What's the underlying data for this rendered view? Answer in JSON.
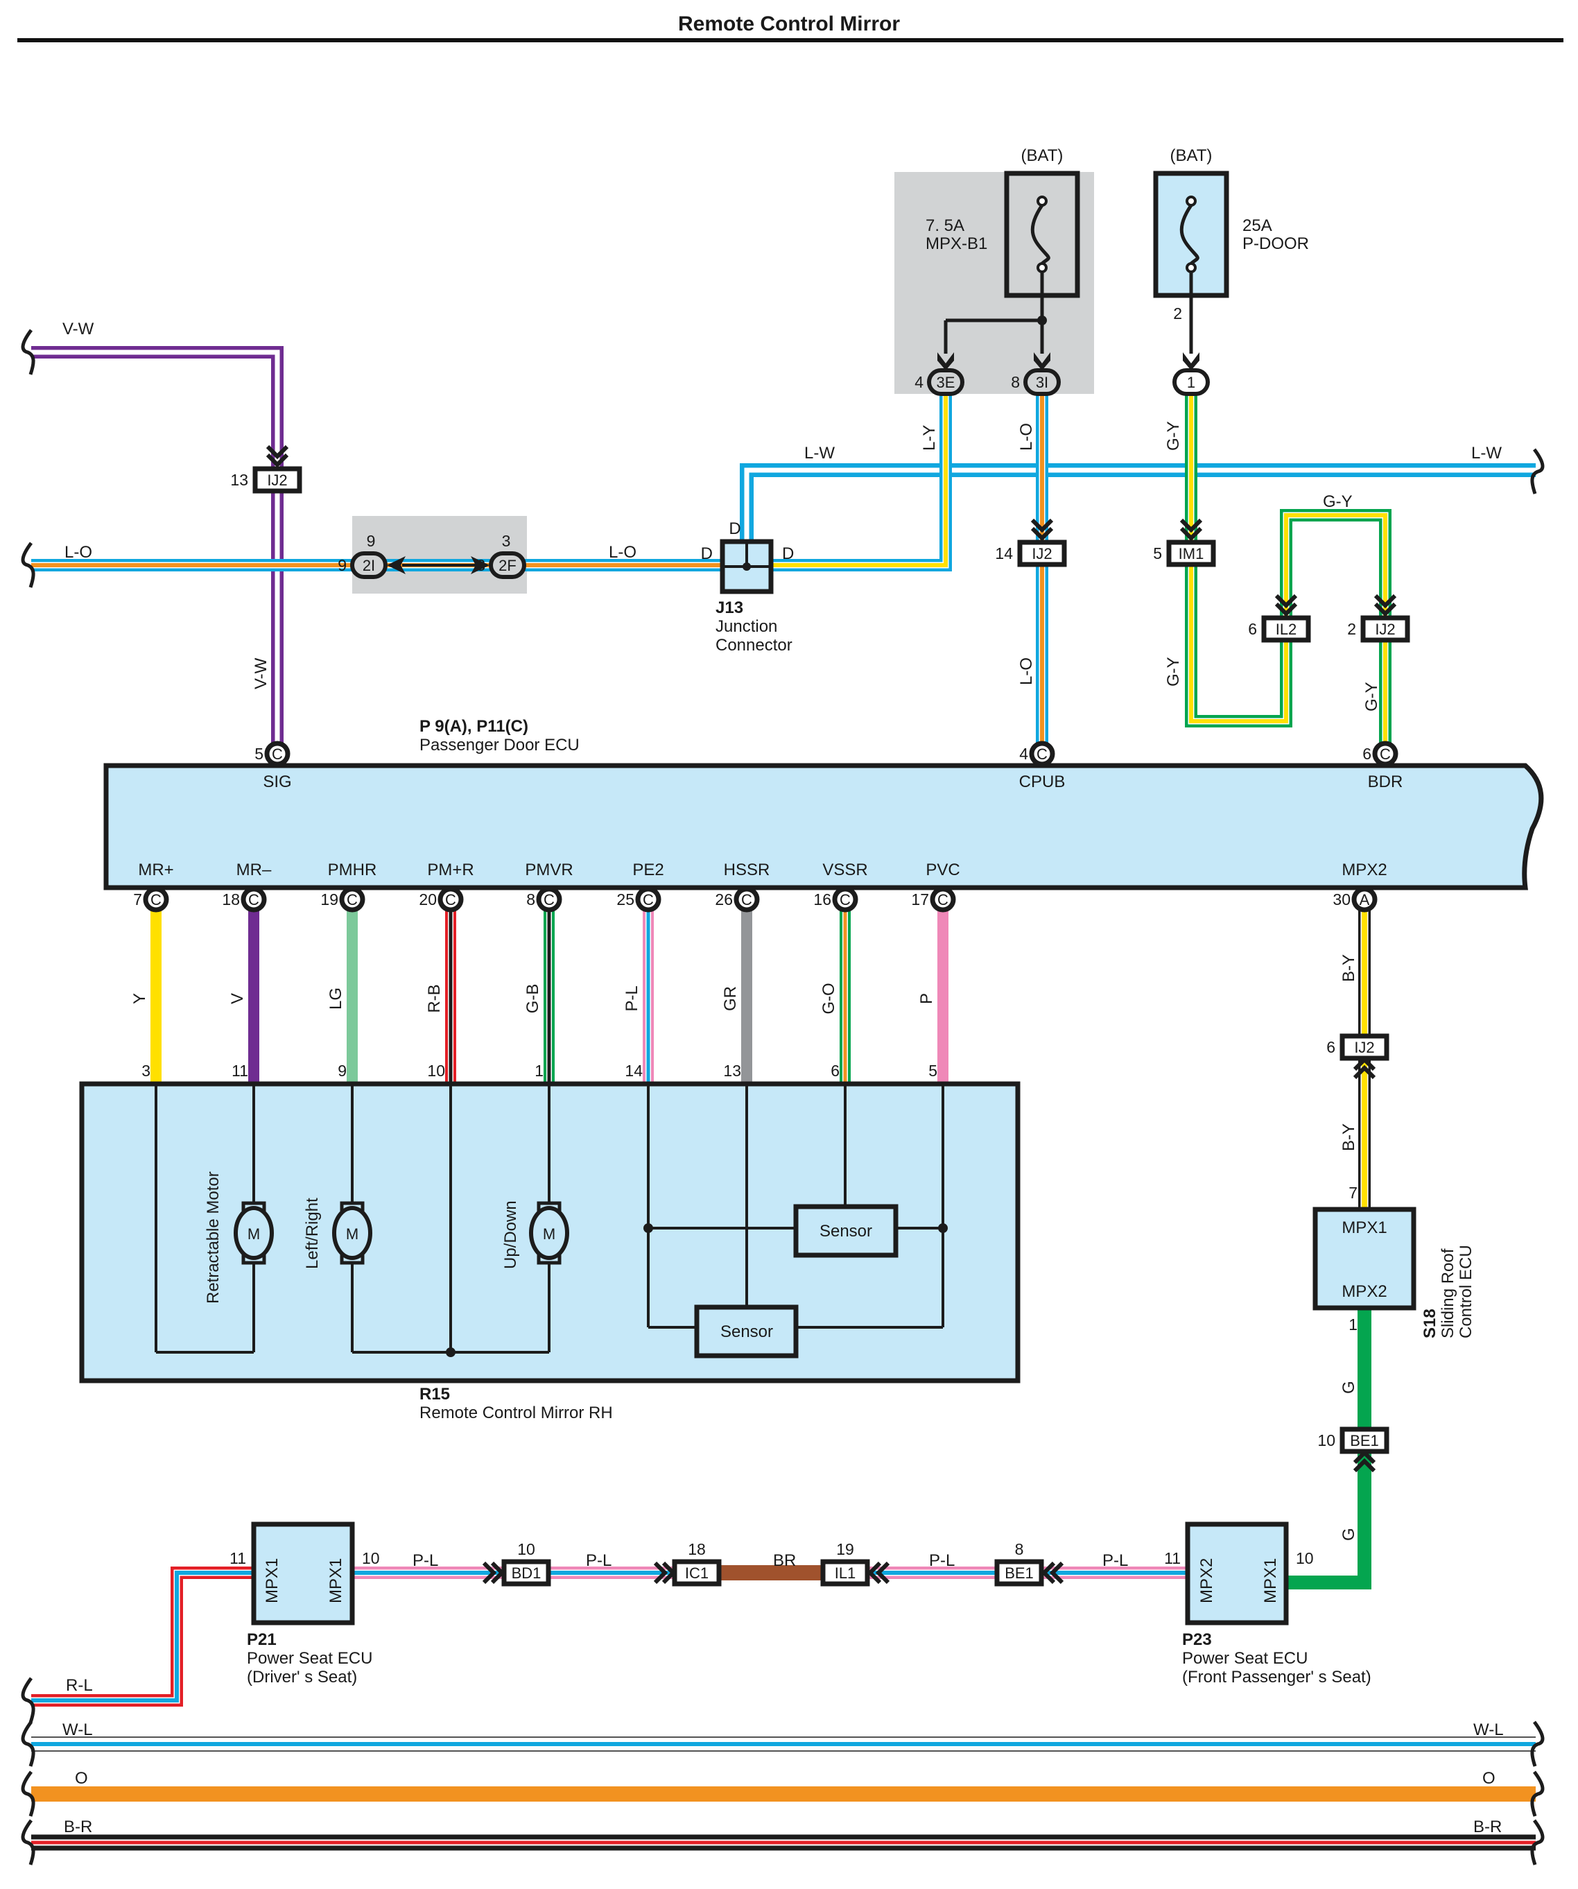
{
  "title": "Remote Control Mirror",
  "colors": {
    "box_fill": "#c6e8f8",
    "outline": "#1c1c1c",
    "shade": "#d1d3d4",
    "wire": {
      "V": "#6f2c91",
      "W": "#ffffff",
      "L": "#10a7df",
      "O": "#f29220",
      "Y": "#ffe000",
      "G": "#04a54f",
      "LG": "#7cc99a",
      "R": "#e31f26",
      "B": "#1c1c1c",
      "P": "#ef88b8",
      "GR": "#939598",
      "BR": "#a0522d"
    }
  },
  "fuses": [
    {
      "source": "(BAT)",
      "rating": "7. 5A",
      "name": "MPX-B1"
    },
    {
      "source": "(BAT)",
      "rating": "25A",
      "name": "P-DOOR",
      "pin": "2"
    }
  ],
  "wires_top": {
    "v_w": "V-W",
    "l_o": "L-O",
    "l_w": "L-W",
    "l_y": "L-Y",
    "g_y": "G-Y"
  },
  "connectors": {
    "c3E": {
      "code": "3E",
      "pin": "4"
    },
    "c3I": {
      "code": "3I",
      "pin": "8"
    },
    "c1": {
      "code": "1"
    },
    "ij2_13": {
      "code": "IJ2",
      "pin": "13"
    },
    "c2I": {
      "code": "2I",
      "pin": "9"
    },
    "c2F": {
      "code": "2F",
      "pin": "3"
    },
    "ij2_14": {
      "code": "IJ2",
      "pin": "14"
    },
    "im1": {
      "code": "IM1",
      "pin": "5"
    },
    "il2": {
      "code": "IL2",
      "pin": "6"
    },
    "ij2_2": {
      "code": "IJ2",
      "pin": "2"
    },
    "ij2_6": {
      "code": "IJ2",
      "pin": "6"
    },
    "be1_10": {
      "code": "BE1",
      "pin": "10"
    },
    "bd1": {
      "code": "BD1",
      "pin": "10"
    },
    "ic1": {
      "code": "IC1",
      "pin": "18"
    },
    "il1": {
      "code": "IL1",
      "pin": "19"
    },
    "be1_8": {
      "code": "BE1",
      "pin": "8"
    }
  },
  "j13": {
    "id": "J13",
    "name1": "Junction",
    "name2": "Connector",
    "pin": "D"
  },
  "door_ecu": {
    "id": "P 9(A), P11(C)",
    "name": "Passenger Door ECU",
    "top_terminals": [
      {
        "label": "SIG",
        "pin": "5",
        "conn": "C",
        "wire": "V-W"
      },
      {
        "label": "CPUB",
        "pin": "4",
        "conn": "C",
        "wire": "L-O"
      },
      {
        "label": "BDR",
        "pin": "6",
        "conn": "C",
        "wire": "G-Y"
      }
    ],
    "bottom_terminals": [
      {
        "label": "MR+",
        "pin": "7",
        "conn": "C",
        "wire": "Y",
        "mirror_pin": "3"
      },
      {
        "label": "MR–",
        "pin": "18",
        "conn": "C",
        "wire": "V",
        "mirror_pin": "11"
      },
      {
        "label": "PMHR",
        "pin": "19",
        "conn": "C",
        "wire": "LG",
        "mirror_pin": "9"
      },
      {
        "label": "PM+R",
        "pin": "20",
        "conn": "C",
        "wire": "R-B",
        "mirror_pin": "10"
      },
      {
        "label": "PMVR",
        "pin": "8",
        "conn": "C",
        "wire": "G-B",
        "mirror_pin": "1"
      },
      {
        "label": "PE2",
        "pin": "25",
        "conn": "C",
        "wire": "P-L",
        "mirror_pin": "14"
      },
      {
        "label": "HSSR",
        "pin": "26",
        "conn": "C",
        "wire": "GR",
        "mirror_pin": "13"
      },
      {
        "label": "VSSR",
        "pin": "16",
        "conn": "C",
        "wire": "G-O",
        "mirror_pin": "6"
      },
      {
        "label": "PVC",
        "pin": "17",
        "conn": "C",
        "wire": "P",
        "mirror_pin": "5"
      }
    ],
    "mpx": {
      "label": "MPX2",
      "pin": "30",
      "conn": "A"
    }
  },
  "mirror": {
    "id": "R15",
    "name": "Remote Control Mirror RH",
    "motors": [
      "Retractable Motor",
      "Left/Right",
      "Up/Down"
    ],
    "motor_symbol": "M",
    "sensors": [
      "Sensor",
      "Sensor"
    ]
  },
  "sliding_roof": {
    "id": "S18",
    "name1": "Sliding Roof",
    "name2": "Control ECU",
    "term_top": "MPX1",
    "term_bottom": "MPX2",
    "pin_top": "7",
    "pin_bottom": "1",
    "wire_top": "B-Y",
    "wire_bottom": "G"
  },
  "seat_driver": {
    "id": "P21",
    "name": "Power Seat ECU",
    "sub": "(Driver'  s Seat)",
    "left_term": "MPX1",
    "right_term": "MPX1",
    "left_pin": "11",
    "right_pin": "10"
  },
  "seat_passenger": {
    "id": "P23",
    "name": "Power Seat ECU",
    "sub": "(Front Passenger'  s Seat)",
    "left_term": "MPX2",
    "right_term": "MPX1",
    "left_pin": "11",
    "right_pin": "10"
  },
  "bottom_wires": {
    "r_l": "R-L",
    "p_l": "P-L",
    "br": "BR",
    "g": "G",
    "b_y": "B-Y",
    "w_l": "W-L",
    "o": "O",
    "b_r": "B-R"
  }
}
